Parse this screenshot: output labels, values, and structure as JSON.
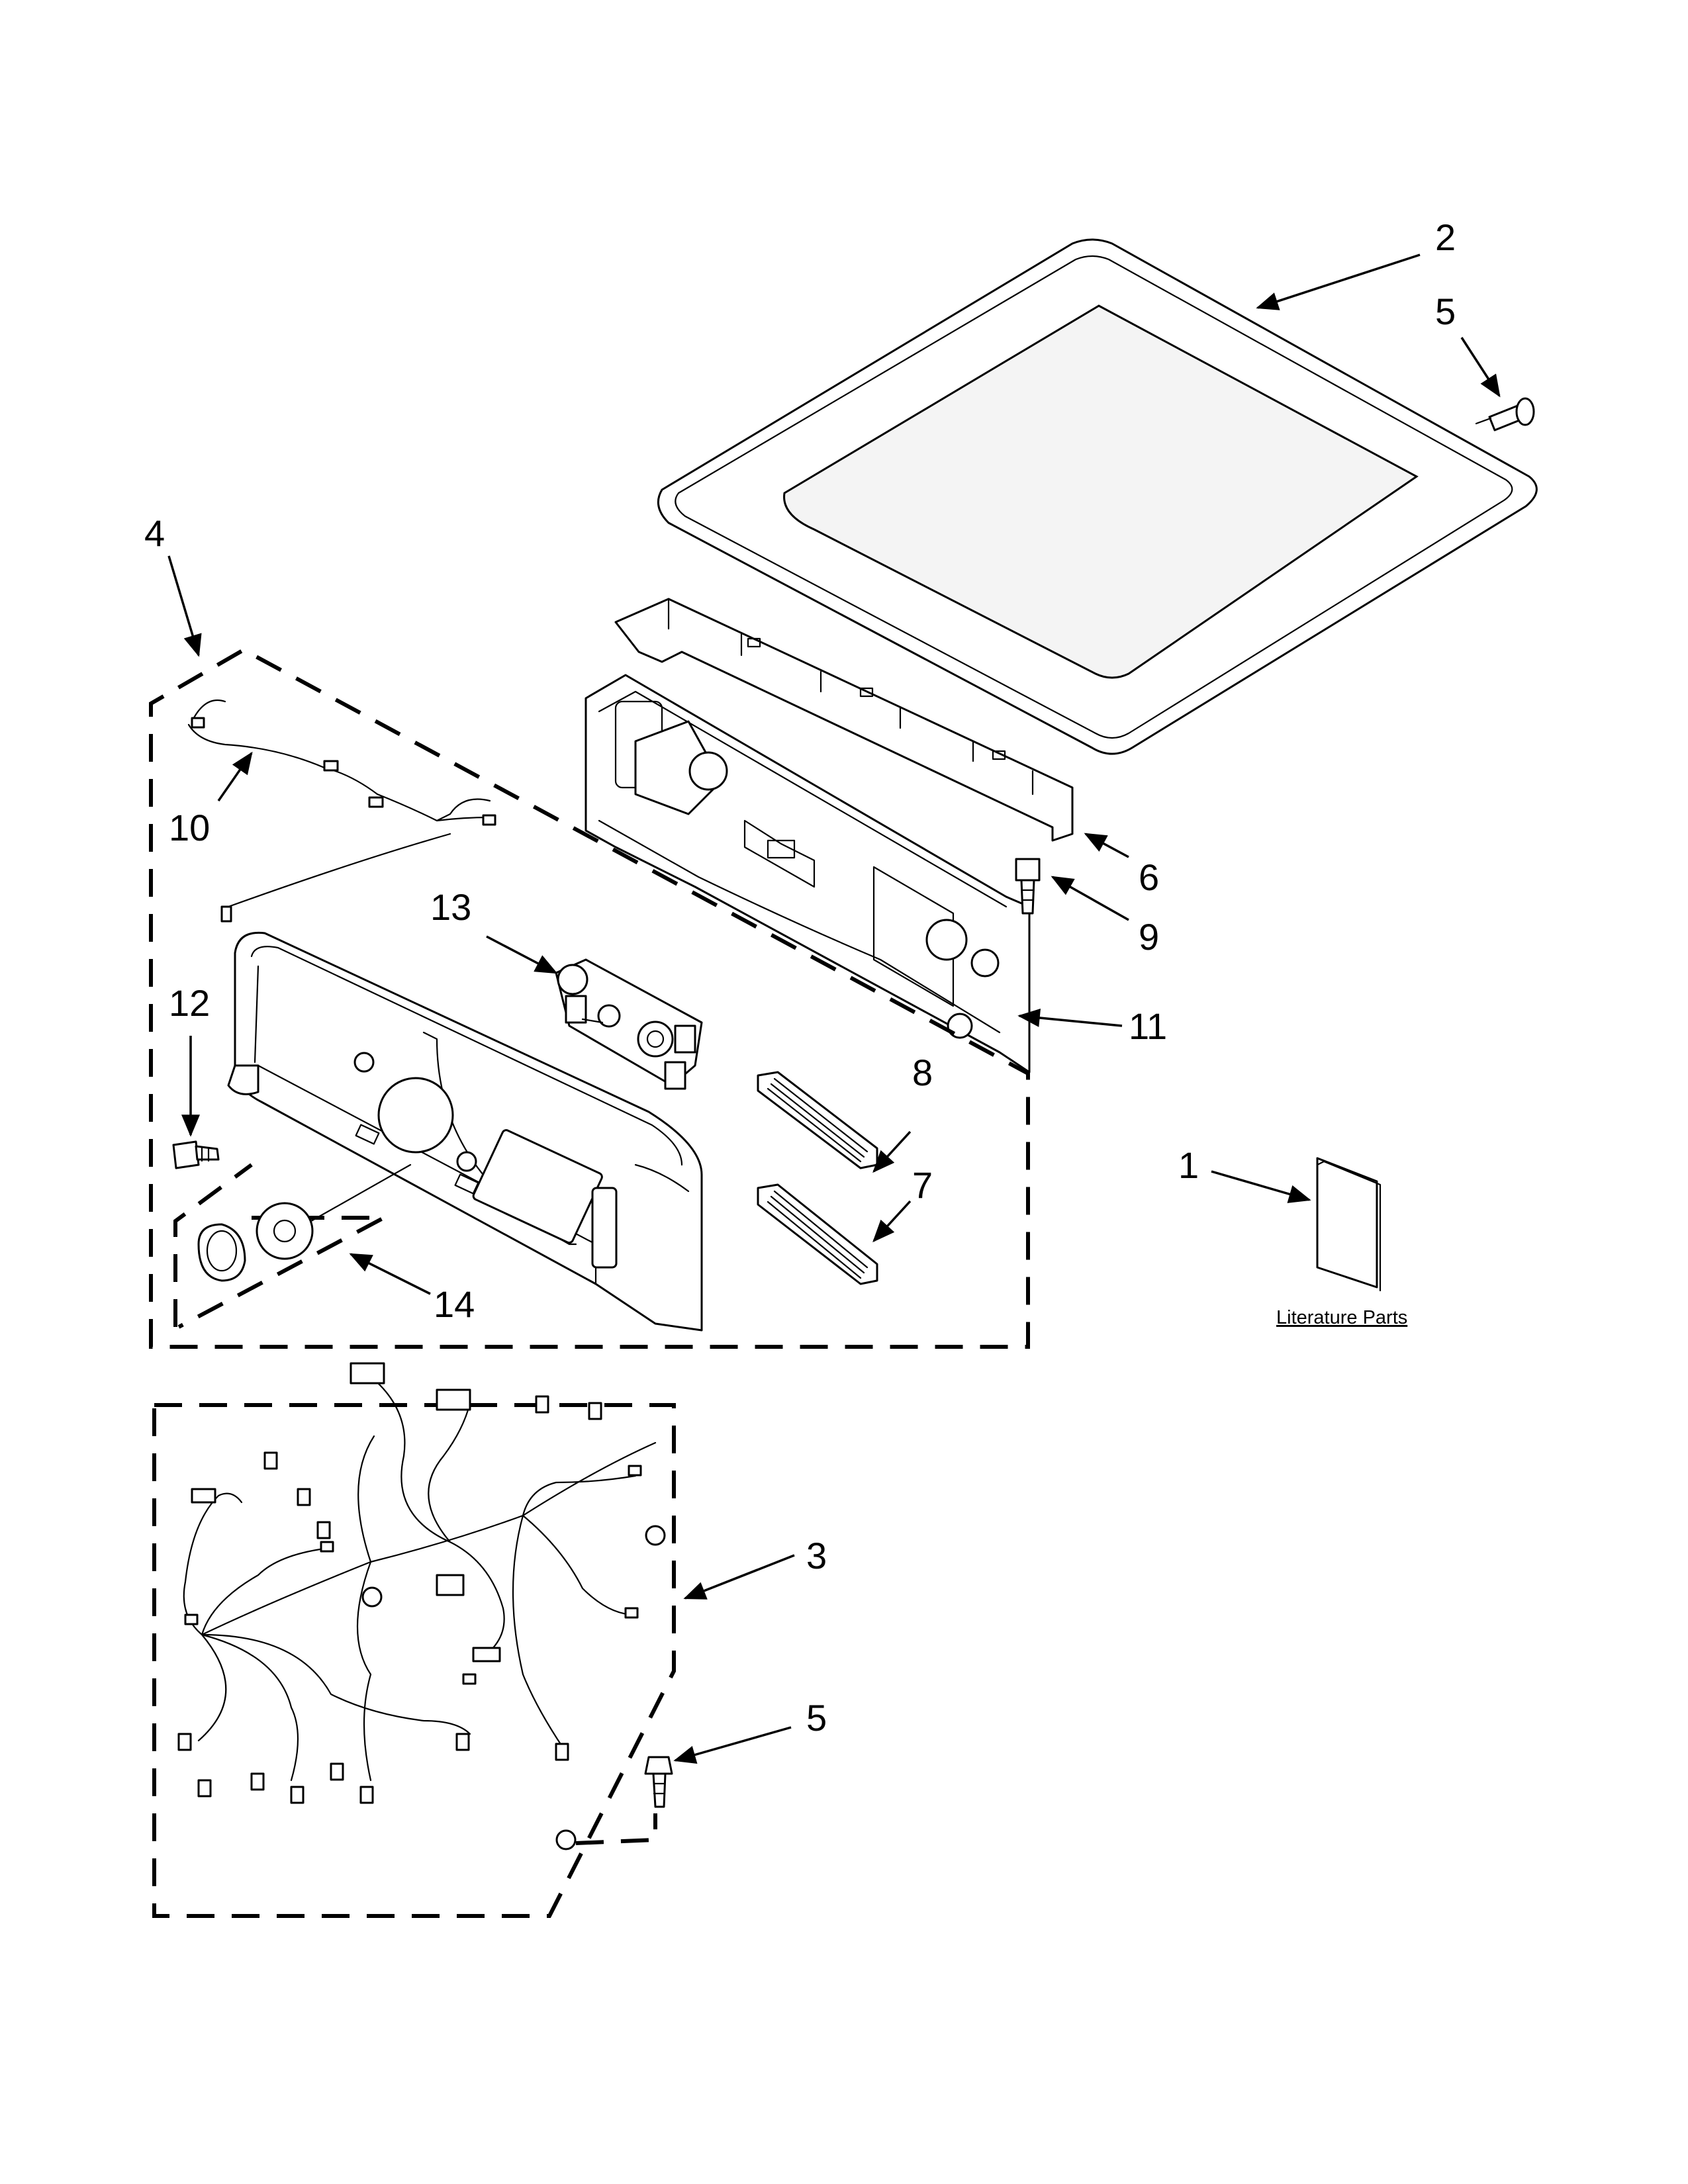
{
  "callouts": {
    "c1": "1",
    "c2": "2",
    "c3": "3",
    "c4": "4",
    "c5_top": "5",
    "c5_bottom": "5",
    "c6": "6",
    "c7": "7",
    "c8": "8",
    "c9": "9",
    "c10": "10",
    "c11": "11",
    "c12": "12",
    "c13": "13",
    "c14": "14"
  },
  "literature_label": "Literature Parts"
}
